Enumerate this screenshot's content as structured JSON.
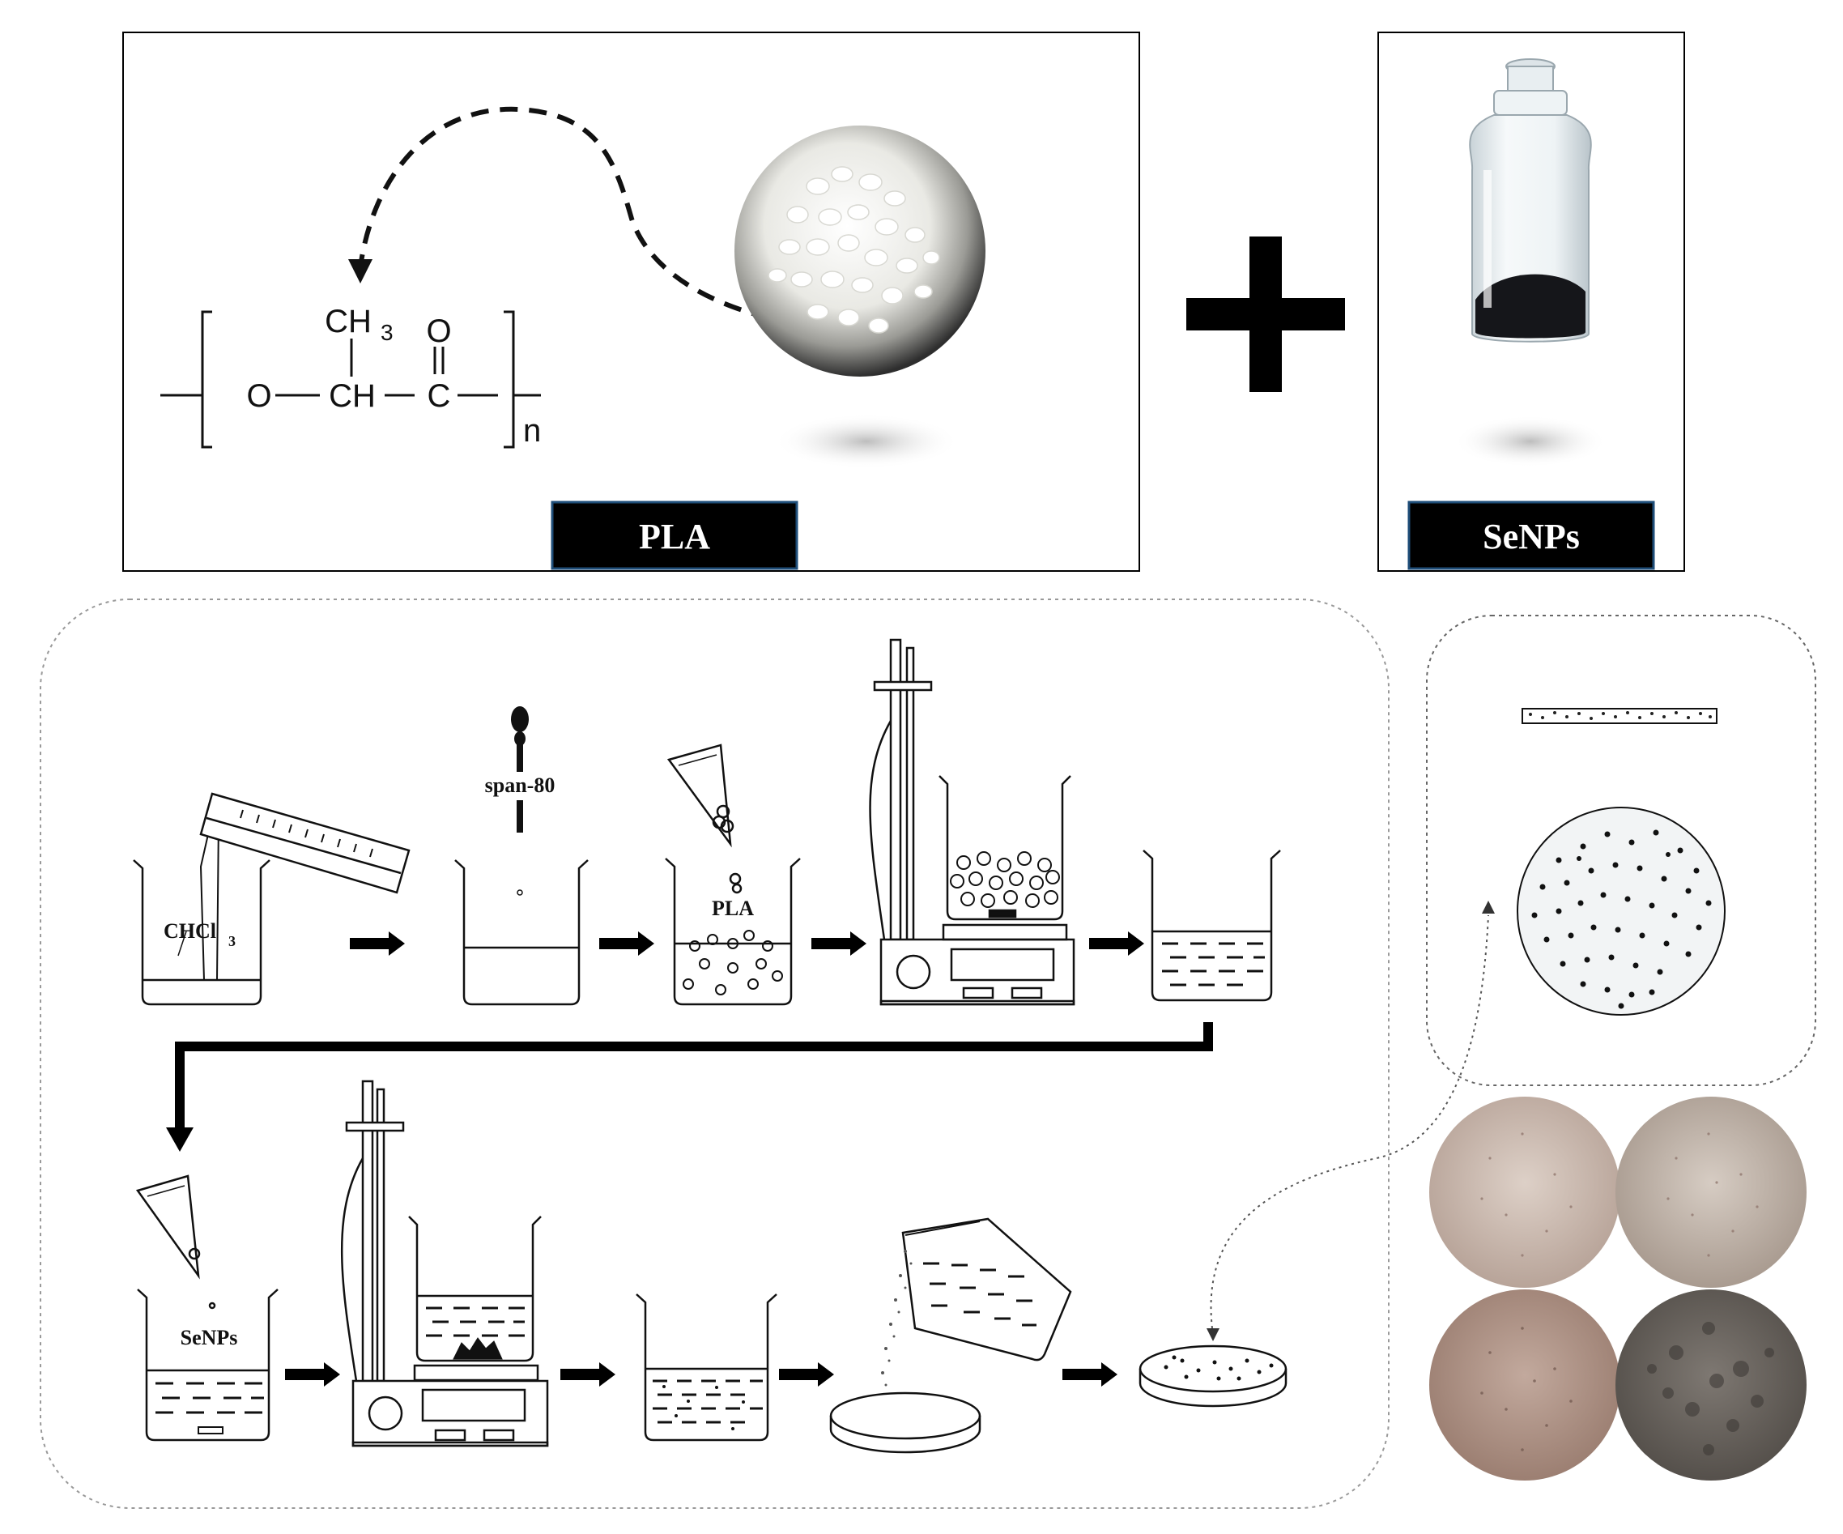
{
  "pla_panel": {
    "label": "PLA",
    "formula": {
      "methyl": "CH",
      "methyl_sub": "3",
      "oxygen": "O",
      "ch": "CH",
      "carbonyl_c": "C",
      "carbonyl_o": "O",
      "repeat": "n"
    }
  },
  "senps_panel": {
    "label": "SeNPs"
  },
  "plus_symbol": "plus-icon",
  "process": {
    "step1_text": "CHCl",
    "step1_sub": "3",
    "step2_text": "span-80",
    "step3_text": "PLA",
    "step6_text": "SeNPs"
  },
  "colors": {
    "label_bg": "#000000",
    "label_border": "#1f4e79",
    "film_1": "#cdbcb0",
    "film_2": "#c4b6aa",
    "film_3": "#b79c8f",
    "film_4": "#6f6a64"
  }
}
